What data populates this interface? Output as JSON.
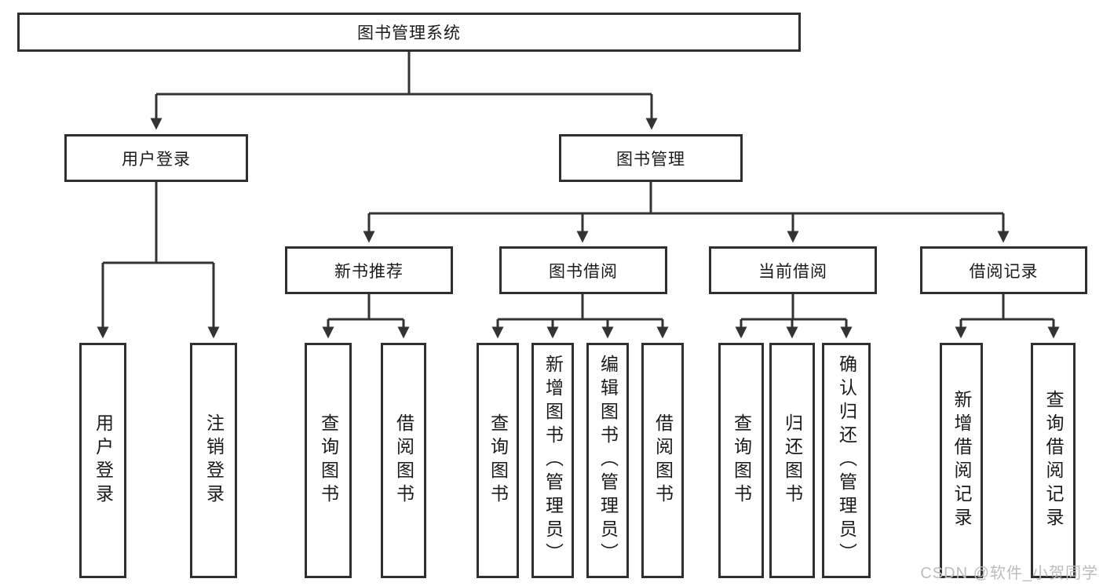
{
  "diagram": {
    "title": "图书管理系统",
    "tree": {
      "label": "图书管理系统",
      "children": [
        {
          "label": "用户登录",
          "children": [
            {
              "label": "用户登录"
            },
            {
              "label": "注销登录"
            }
          ]
        },
        {
          "label": "图书管理",
          "children": [
            {
              "label": "新书推荐",
              "children": [
                {
                  "label": "查询图书"
                },
                {
                  "label": "借阅图书"
                }
              ]
            },
            {
              "label": "图书借阅",
              "children": [
                {
                  "label": "查询图书"
                },
                {
                  "label": "新增图书（管理员）"
                },
                {
                  "label": "编辑图书（管理员）"
                },
                {
                  "label": "借阅图书"
                }
              ]
            },
            {
              "label": "当前借阅",
              "children": [
                {
                  "label": "查询图书"
                },
                {
                  "label": "归还图书"
                },
                {
                  "label": "确认归还（管理员）"
                }
              ]
            },
            {
              "label": "借阅记录",
              "children": [
                {
                  "label": "新增借阅记录"
                },
                {
                  "label": "查询借阅记录"
                }
              ]
            }
          ]
        }
      ]
    },
    "watermark": "CSDN @软件_小贺同学",
    "colors": {
      "line": "#333333",
      "box_border": "#2f2f2f",
      "text": "#1a1a1a",
      "watermark": "#bcbcbc",
      "background": "#ffffff"
    }
  }
}
